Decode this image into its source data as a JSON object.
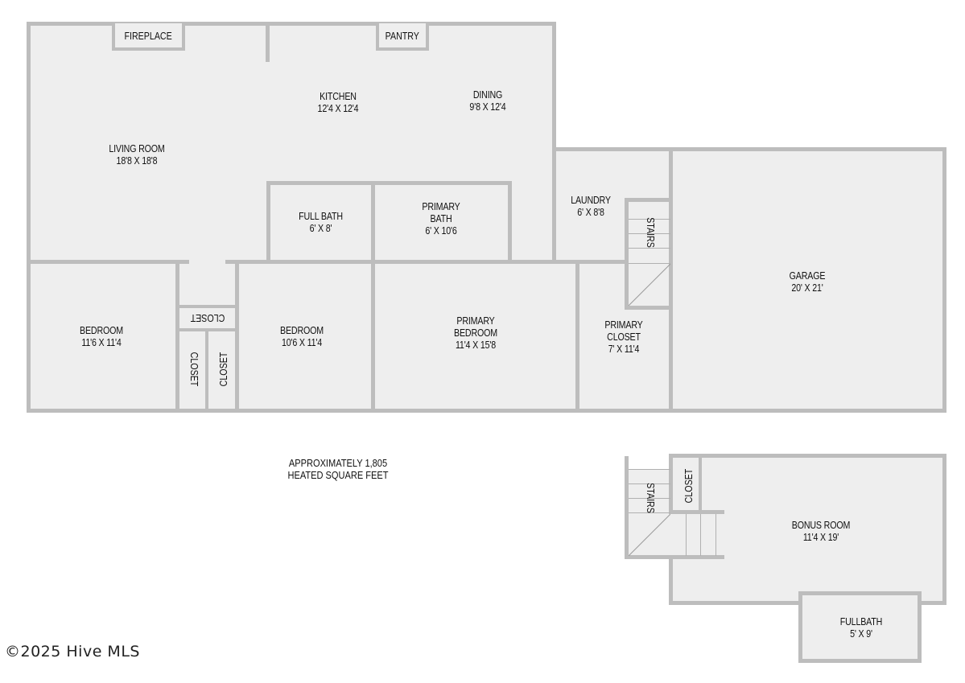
{
  "main_floor": {
    "rooms": [
      {
        "id": "living_room",
        "name": "LIVING ROOM",
        "dims": "18'8 X 18'8"
      },
      {
        "id": "kitchen",
        "name": "KITCHEN",
        "dims": "12'4 X 12'4"
      },
      {
        "id": "dining",
        "name": "DINING",
        "dims": "9'8 X 12'4"
      },
      {
        "id": "full_bath",
        "name": "FULL BATH",
        "dims": "6' X 8'"
      },
      {
        "id": "primary_bath",
        "name_line1": "PRIMARY",
        "name_line2": "BATH",
        "dims": "6' X 10'6"
      },
      {
        "id": "laundry",
        "name": "LAUNDRY",
        "dims": "6' X 8'8"
      },
      {
        "id": "garage",
        "name": "GARAGE",
        "dims": "20' X 21'"
      },
      {
        "id": "bedroom_1",
        "name": "BEDROOM",
        "dims": "11'6 X 11'4"
      },
      {
        "id": "bedroom_2",
        "name": "BEDROOM",
        "dims": "10'6 X 11'4"
      },
      {
        "id": "primary_bedroom",
        "name_line1": "PRIMARY",
        "name_line2": "BEDROOM",
        "dims": "11'4 X 15'8"
      },
      {
        "id": "primary_closet",
        "name_line1": "PRIMARY",
        "name_line2": "CLOSET",
        "dims": "7' X 11'4"
      }
    ],
    "features": {
      "fireplace": "FIREPLACE",
      "pantry": "PANTRY",
      "stairs": "STAIRS",
      "closet_top": "CLOSET",
      "closet_left": "CLOSET",
      "closet_right": "CLOSET"
    }
  },
  "upper_floor": {
    "rooms": [
      {
        "id": "bonus_room",
        "name": "BONUS ROOM",
        "dims": "11'4 X 19'"
      },
      {
        "id": "fullbath",
        "name": "FULLBATH",
        "dims": "5' X 9'"
      }
    ],
    "features": {
      "stairs": "STAIRS",
      "closet": "CLOSET"
    }
  },
  "summary": {
    "line1": "APPROXIMATELY 1,805",
    "line2": "HEATED SQUARE FEET"
  },
  "colors": {
    "wall": "#bdbdbd",
    "floor": "#eeeeee",
    "text": "#111111"
  },
  "copyright": "©2025 Hive MLS"
}
